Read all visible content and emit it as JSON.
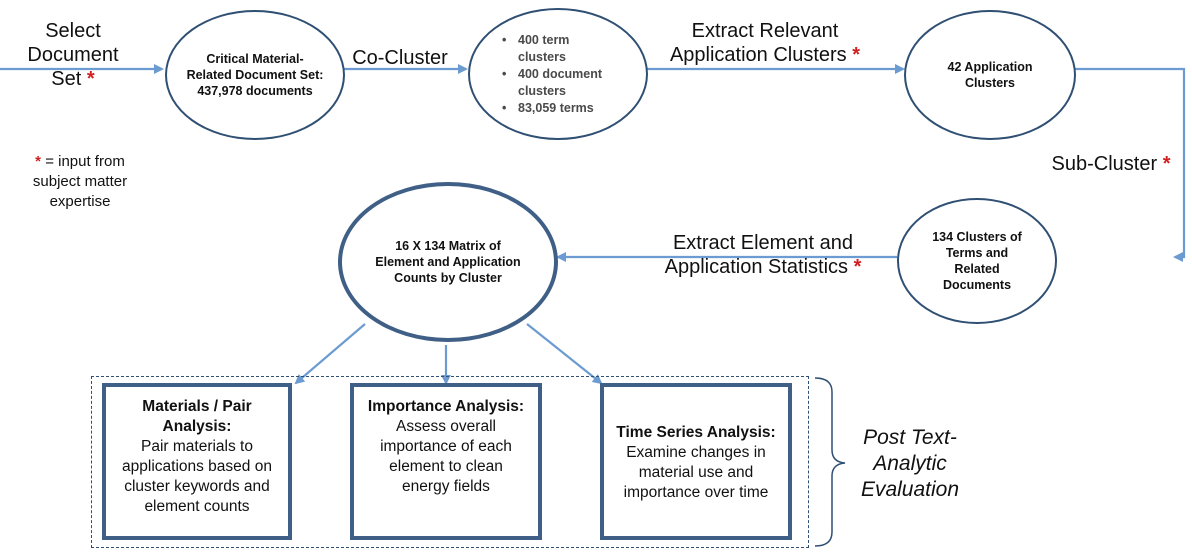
{
  "nodes": {
    "document_set": "Critical Material-Related Document Set: 437,978 documents",
    "co_cluster_results": [
      "400 term clusters",
      "400 document clusters",
      "83,059 terms"
    ],
    "application_clusters": "42 Application Clusters",
    "term_clusters": "134 Clusters of Terms and Related Documents",
    "matrix": "16 X 134 Matrix of Element and Application Counts by Cluster"
  },
  "edges": {
    "select_line1": "Select",
    "select_line2": "Document",
    "select_line3": "Set",
    "co_cluster": "Co-Cluster",
    "extract_app_line1": "Extract Relevant",
    "extract_app_line2": "Application Clusters",
    "sub_cluster": "Sub-Cluster",
    "extract_stats_line1": "Extract Element and",
    "extract_stats_line2": "Application Statistics",
    "star": "*"
  },
  "legend": {
    "star": "*",
    "text_line1": "= input from",
    "text_line2": "subject matter",
    "text_line3": "expertise"
  },
  "analyses": [
    {
      "title": "Materials / Pair Analysis:",
      "body": "Pair materials to applications based on cluster keywords and element counts"
    },
    {
      "title": "Importance Analysis:",
      "body": "Assess overall importance of each element to clean energy fields"
    },
    {
      "title": "Time Series Analysis:",
      "body": "Examine changes in material use and importance over time"
    }
  ],
  "post_label": "Post Text-Analytic Evaluation",
  "colors": {
    "line": "#6b9bd1",
    "border": "#2f4f73",
    "star": "#d21f1f"
  }
}
